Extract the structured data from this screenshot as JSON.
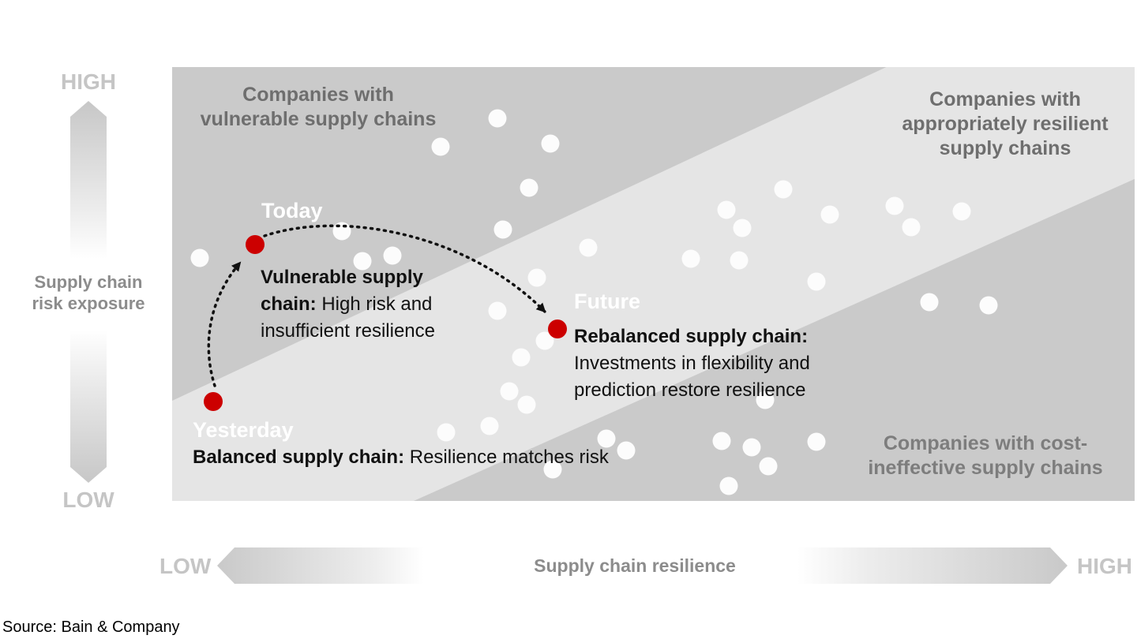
{
  "source_line": "Source: Bain & Company",
  "colors": {
    "band_dark": "#cacaca",
    "band_light": "#e5e5e5",
    "background_dot": "#fcfcfc",
    "accent_red": "#cc0000",
    "zone_label_gray": "#6e6e6e",
    "zone_label_light_gray": "#7d7d7d",
    "axis_label_gray": "#8c8c8c",
    "axis_end_gray": "#c5c5c5",
    "annotation_black": "#111111",
    "point_label_white": "#ffffff"
  },
  "chart_data": {
    "type": "scatter",
    "title": "",
    "x_axis": {
      "label": "Supply chain resilience",
      "low": "LOW",
      "high": "HIGH"
    },
    "y_axis": {
      "label": "Supply chain risk exposure",
      "low": "HIGH",
      "high": "LOW",
      "note": "HIGH at top, LOW at bottom"
    },
    "zones": [
      {
        "name": "Companies with vulnerable supply chains",
        "position": "upper-left",
        "color": "#cacaca",
        "lines": [
          "Companies with",
          "vulnerable supply chains"
        ]
      },
      {
        "name": "Companies with appropriately resilient supply chains",
        "position": "diagonal-middle-band",
        "color": "#e5e5e5",
        "lines": [
          "Companies with",
          "appropriately resilient",
          "supply chains"
        ]
      },
      {
        "name": "Companies with cost-ineffective supply chains",
        "position": "lower-right",
        "color": "#cacaca",
        "lines": [
          "Companies with cost-",
          "ineffective supply chains"
        ]
      }
    ],
    "journey_points": [
      {
        "label": "Yesterday",
        "x_pct": 4.3,
        "y_pct": 77.1,
        "headline": "Balanced supply chain:",
        "detail": "Resilience matches risk"
      },
      {
        "label": "Today",
        "x_pct": 8.6,
        "y_pct": 40.9,
        "headline": "Vulnerable supply chain:",
        "detail": "High risk and insufficient resilience"
      },
      {
        "label": "Future",
        "x_pct": 40.0,
        "y_pct": 60.4,
        "headline": "Rebalanced supply chain:",
        "detail": "Investments in flexibility and prediction restore resilience"
      }
    ],
    "arrows": [
      {
        "from": "Yesterday",
        "to": "Today",
        "style": "dashed-curve"
      },
      {
        "from": "Today",
        "to": "Future",
        "style": "dashed-curve"
      }
    ],
    "background_dots_pct": [
      [
        2.9,
        44.0
      ],
      [
        17.6,
        37.8
      ],
      [
        19.8,
        44.7
      ],
      [
        22.9,
        43.5
      ],
      [
        27.9,
        18.4
      ],
      [
        33.8,
        11.8
      ],
      [
        39.3,
        17.6
      ],
      [
        37.1,
        27.8
      ],
      [
        34.4,
        37.5
      ],
      [
        43.2,
        41.6
      ],
      [
        53.9,
        44.2
      ],
      [
        58.9,
        44.5
      ],
      [
        57.6,
        32.9
      ],
      [
        59.2,
        37.1
      ],
      [
        63.5,
        28.2
      ],
      [
        68.3,
        34.0
      ],
      [
        75.1,
        32.0
      ],
      [
        76.8,
        36.9
      ],
      [
        82.0,
        33.3
      ],
      [
        66.9,
        49.5
      ],
      [
        78.7,
        54.2
      ],
      [
        84.8,
        54.9
      ],
      [
        37.9,
        48.5
      ],
      [
        33.8,
        56.2
      ],
      [
        36.3,
        66.9
      ],
      [
        38.7,
        63.1
      ],
      [
        35.0,
        74.7
      ],
      [
        36.8,
        77.8
      ],
      [
        33.0,
        82.7
      ],
      [
        28.5,
        84.2
      ],
      [
        39.5,
        92.7
      ],
      [
        45.1,
        85.6
      ],
      [
        47.2,
        88.4
      ],
      [
        57.1,
        86.2
      ],
      [
        60.2,
        87.6
      ],
      [
        61.6,
        76.7
      ],
      [
        61.9,
        92.0
      ],
      [
        57.8,
        96.5
      ],
      [
        66.9,
        86.4
      ]
    ]
  }
}
